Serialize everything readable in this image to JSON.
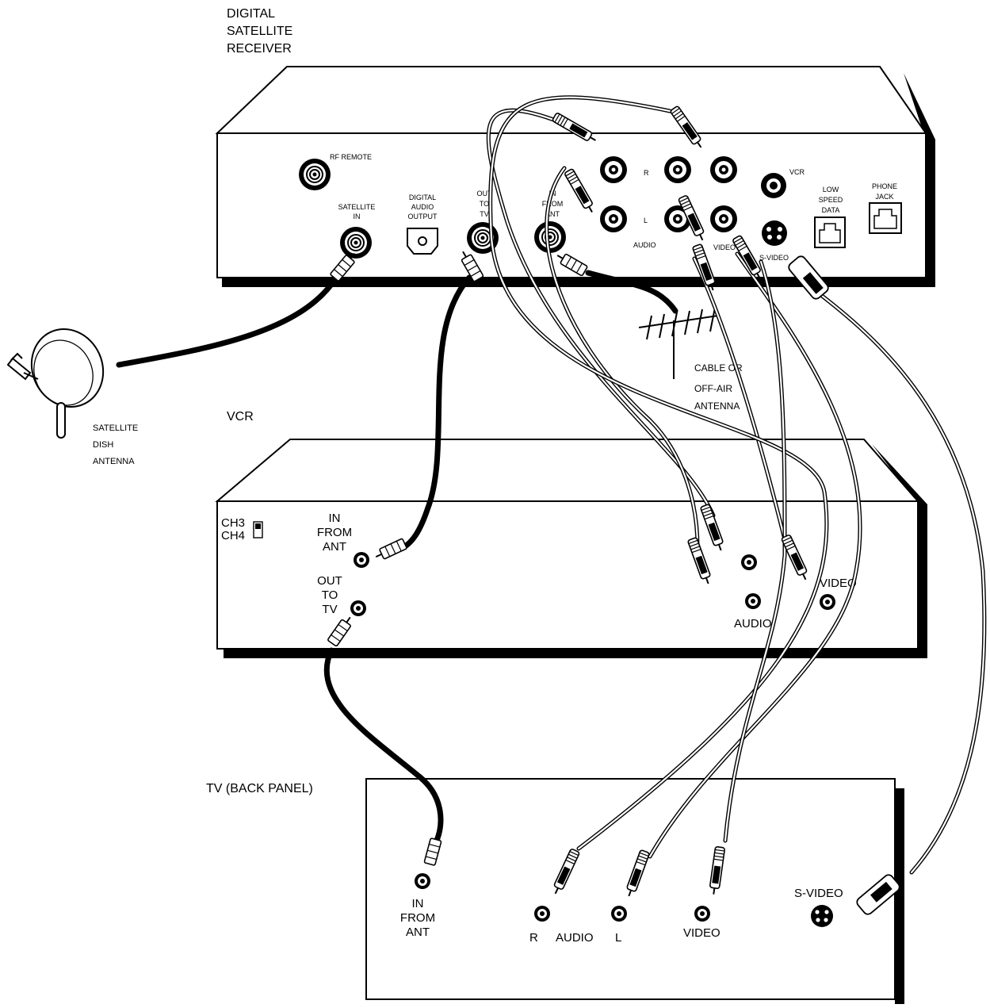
{
  "receiver": {
    "title_lines": [
      "DIGITAL",
      "SATELLITE",
      "RECEIVER"
    ],
    "rf_remote": "RF REMOTE",
    "satellite_in": [
      "SATELLITE",
      "IN"
    ],
    "digital_audio_output": [
      "DIGITAL",
      "AUDIO",
      "OUTPUT"
    ],
    "out_to_tv": [
      "OUT",
      "TO",
      "TV"
    ],
    "in_from_ant": [
      "IN",
      "FROM",
      "ANT"
    ],
    "r": "R",
    "l": "L",
    "audio": "AUDIO",
    "video": "VIDEO",
    "vcr": "VCR",
    "s_video": "S-VIDEO",
    "low_speed_data": [
      "LOW",
      "SPEED",
      "DATA"
    ],
    "phone_jack": [
      "PHONE",
      "JACK"
    ]
  },
  "satellite_dish": [
    "SATELLITE",
    "DISH",
    "ANTENNA"
  ],
  "antenna": [
    "CABLE OR",
    "OFF-AIR",
    "ANTENNA"
  ],
  "vcr": {
    "title": "VCR",
    "ch3": "CH3",
    "ch4": "CH4",
    "in_from_ant": [
      "IN",
      "FROM",
      "ANT"
    ],
    "out_to_tv": [
      "OUT",
      "TO",
      "TV"
    ],
    "audio": "AUDIO",
    "video": "VIDEO"
  },
  "tv": {
    "title": "TV (BACK PANEL)",
    "in_from_ant": [
      "IN",
      "FROM",
      "ANT"
    ],
    "r": "R",
    "audio": "AUDIO",
    "l": "L",
    "video": "VIDEO",
    "s_video": "S-VIDEO"
  }
}
